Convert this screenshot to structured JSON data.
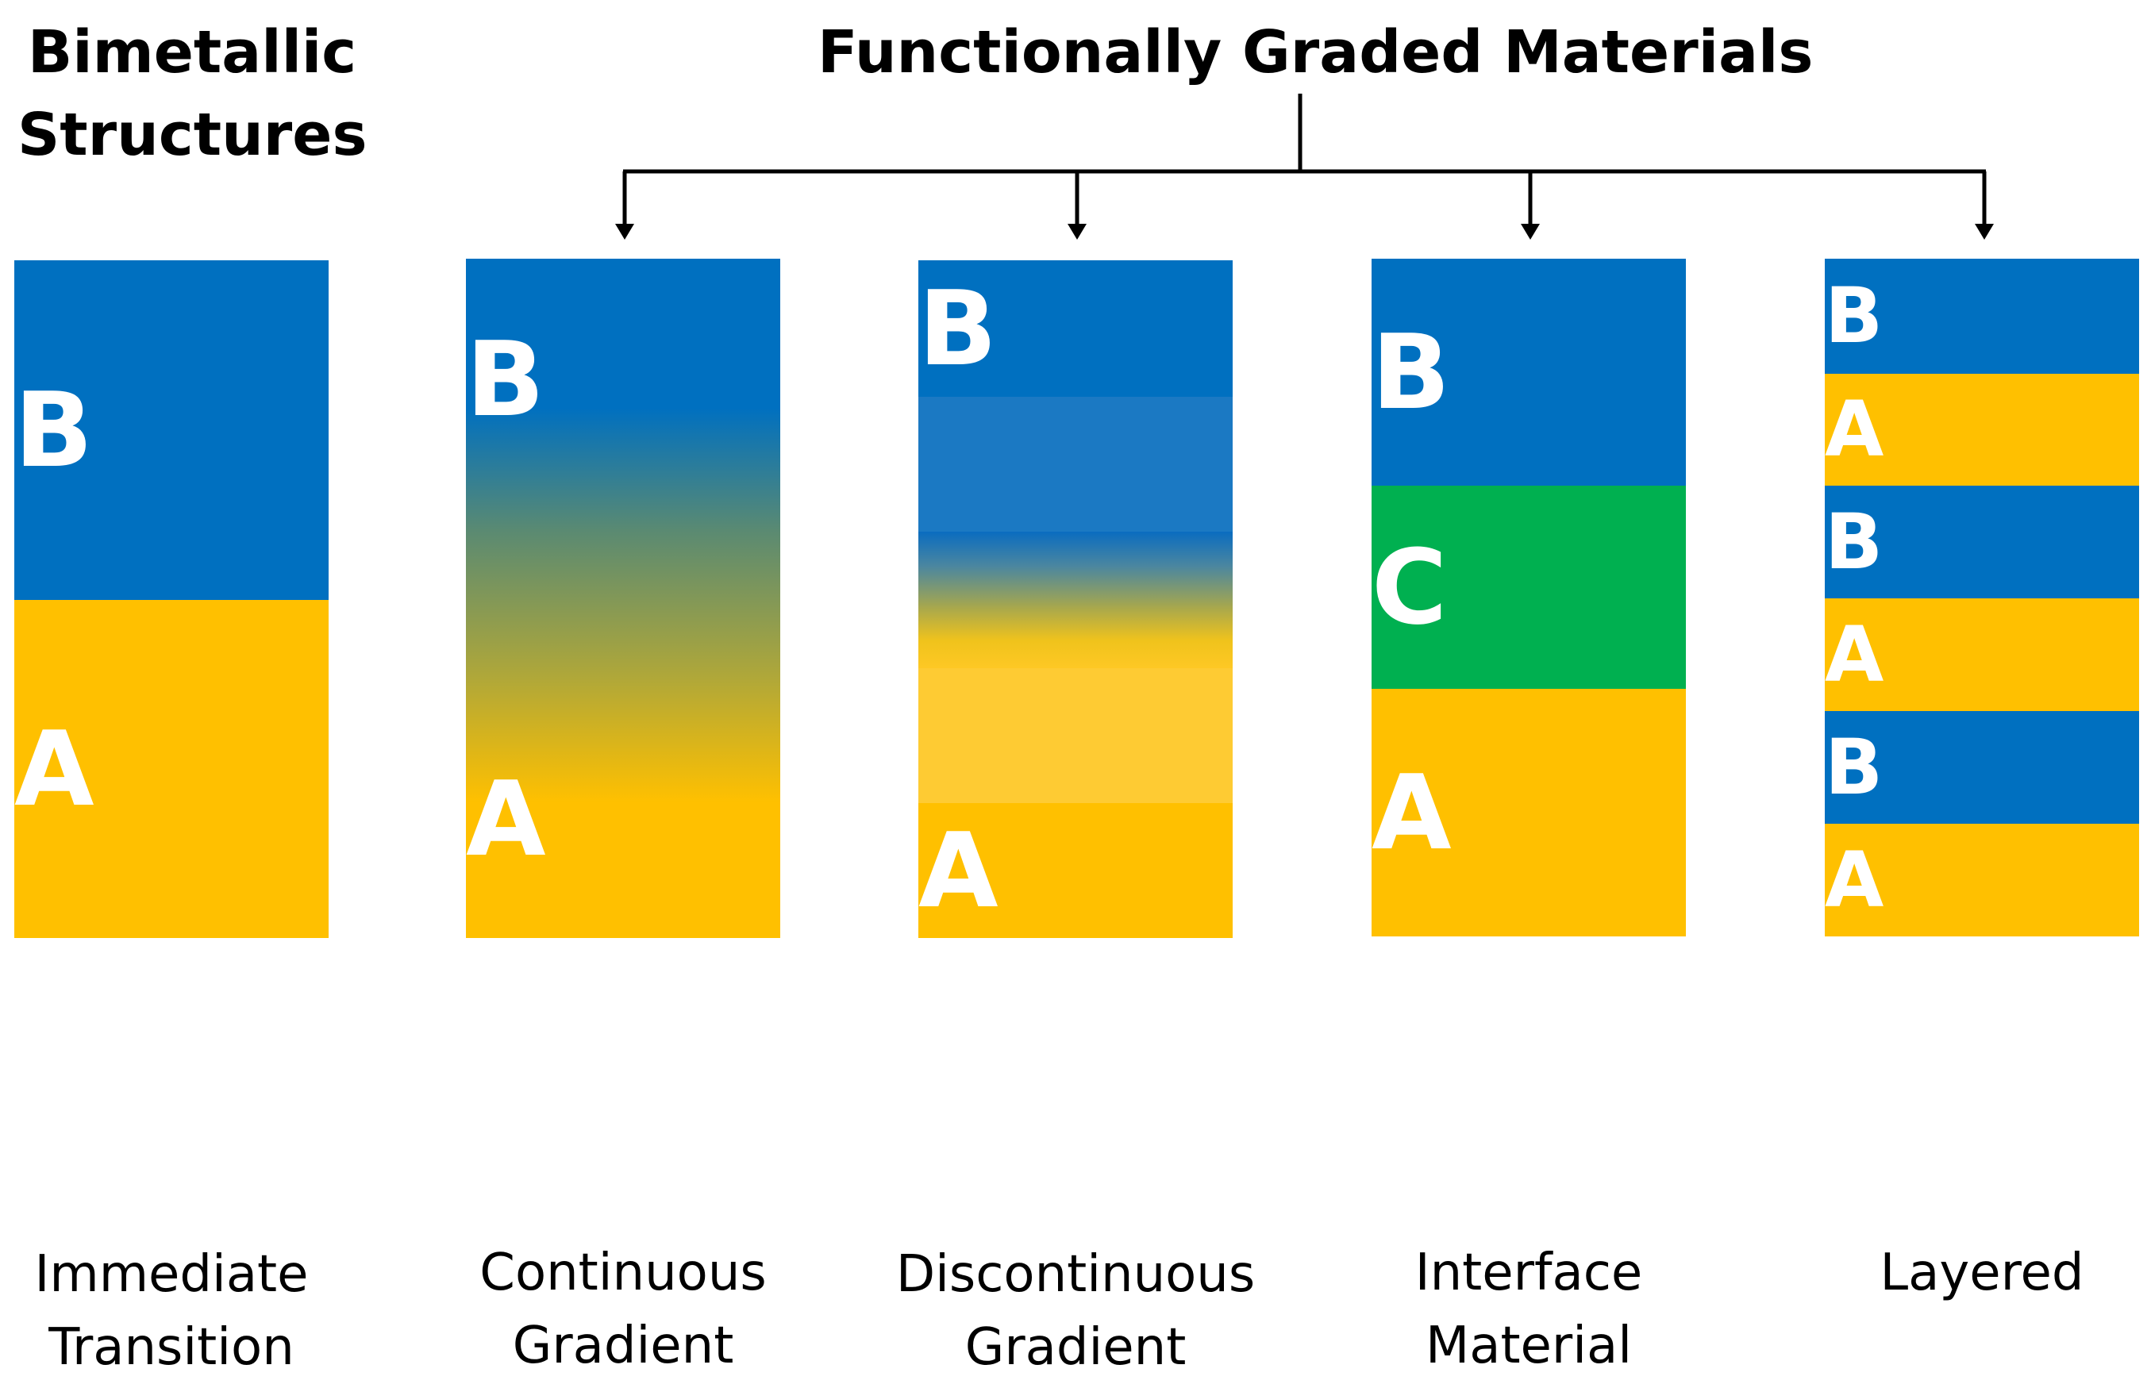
{
  "headings": {
    "bimetallic": [
      "Bimetallic",
      "Structures"
    ],
    "functionally_graded": "Functionally Graded Materials"
  },
  "colors": {
    "material_a": "#ffc000",
    "material_b": "#0070c0",
    "material_c": "#00b050",
    "b_light": "#1b79c3",
    "a_light": "#fecb33",
    "letter": "#ffffff",
    "line": "#000000"
  },
  "columns": [
    {
      "id": "immediate-transition",
      "caption": [
        "Immediate",
        "Transition"
      ],
      "segments": [
        {
          "material": "B",
          "label": "B",
          "fill": "material_b"
        },
        {
          "material": "A",
          "label": "A",
          "fill": "material_a"
        }
      ]
    },
    {
      "id": "continuous-gradient",
      "caption": [
        "Continuous",
        "Gradient"
      ],
      "segments": [
        {
          "material": "B",
          "label": "B",
          "fill": "gradient-continuous"
        },
        {
          "material": "A",
          "label": "A",
          "fill": "gradient-continuous"
        }
      ]
    },
    {
      "id": "discontinuous-gradient",
      "caption": [
        "Discontinuous",
        "Gradient"
      ],
      "segments": [
        {
          "material": "B",
          "label": "B",
          "fill": "material_b"
        },
        {
          "material": "B",
          "label": "",
          "fill": "b_light"
        },
        {
          "material": "B/A",
          "label": "",
          "fill": "gradient-transition"
        },
        {
          "material": "A",
          "label": "",
          "fill": "a_light"
        },
        {
          "material": "A",
          "label": "A",
          "fill": "material_a"
        }
      ]
    },
    {
      "id": "interface-material",
      "caption": [
        "Interface",
        "Material"
      ],
      "segments": [
        {
          "material": "B",
          "label": "B",
          "fill": "material_b"
        },
        {
          "material": "C",
          "label": "C",
          "fill": "material_c"
        },
        {
          "material": "A",
          "label": "A",
          "fill": "material_a"
        }
      ]
    },
    {
      "id": "layered",
      "caption": [
        "Layered"
      ],
      "segments": [
        {
          "material": "B",
          "label": "B",
          "fill": "material_b"
        },
        {
          "material": "A",
          "label": "A",
          "fill": "material_a"
        },
        {
          "material": "B",
          "label": "B",
          "fill": "material_b"
        },
        {
          "material": "A",
          "label": "A",
          "fill": "material_a"
        },
        {
          "material": "B",
          "label": "B",
          "fill": "material_b"
        },
        {
          "material": "A",
          "label": "A",
          "fill": "material_a"
        }
      ]
    }
  ]
}
